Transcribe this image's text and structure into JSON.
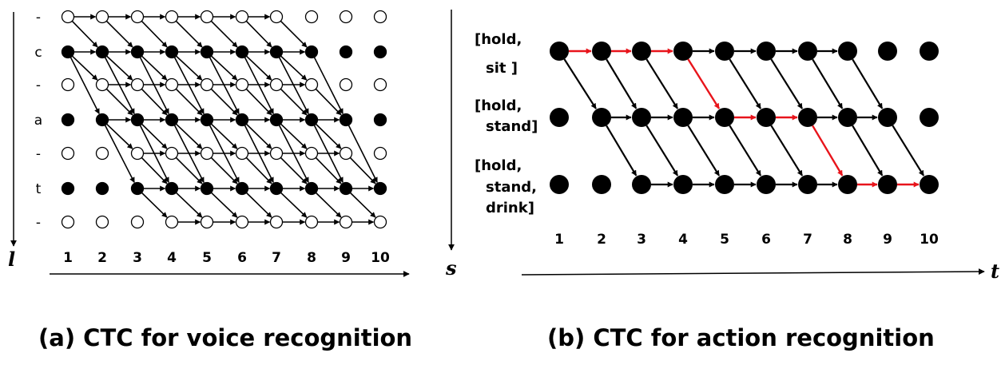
{
  "panel_a": {
    "caption": "(a) CTC for voice recognition",
    "row_labels": [
      "-",
      "c",
      "-",
      "a",
      "-",
      "t",
      "-"
    ],
    "col_labels": [
      "1",
      "2",
      "3",
      "4",
      "5",
      "6",
      "7",
      "8",
      "9",
      "10"
    ],
    "axis_label": "l",
    "filled_rows": [
      1,
      3,
      5
    ],
    "hollow_rows": [
      0,
      2,
      4,
      6
    ]
  },
  "panel_b": {
    "caption": "(b) CTC for action recognition",
    "state_labels": [
      [
        "[hold,",
        "sit  ]"
      ],
      [
        "[hold,",
        "stand]"
      ],
      [
        "[hold,",
        "stand,",
        "drink]"
      ]
    ],
    "col_labels": [
      "1",
      "2",
      "3",
      "4",
      "5",
      "6",
      "7",
      "8",
      "9",
      "10"
    ],
    "y_axis_label": "s",
    "x_axis_label": "t",
    "highlight_path_states": [
      0,
      0,
      0,
      0,
      1,
      1,
      1,
      2,
      2,
      2
    ],
    "path_color": "#e8141b",
    "edge_color": "#000000"
  }
}
